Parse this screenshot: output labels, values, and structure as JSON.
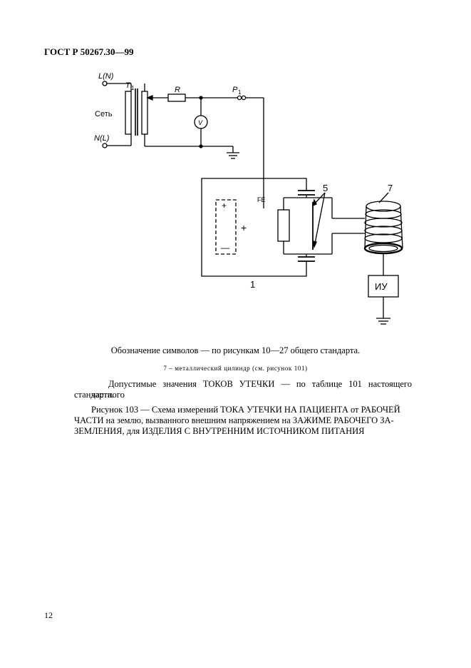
{
  "header": {
    "doc_id": "ГОСТ Р 50267.30—99"
  },
  "figure": {
    "labels": {
      "ln": "L(N)",
      "nl": "N(L)",
      "mains": "Сеть",
      "t1": "T",
      "t1_sub": "1",
      "r": "R",
      "p1": "P",
      "p1_sub": "1",
      "v": "V",
      "fe": "FE",
      "plus_inner": "+",
      "minus_inner": "—",
      "plus": "+",
      "label5": "5",
      "label7": "7",
      "label1": "1",
      "iu": "ИУ"
    }
  },
  "text": {
    "note_symbols": "Обозначение символов — по рисункам 10—27 общего стандарта.",
    "note_cylinder": "7 – металлический цилиндр (см. рисунок 101)",
    "leakage_line1": "Допустимые значения ТОКОВ УТЕЧКИ — по таблице 101 настоящего частного",
    "leakage_line2": "стандарта.",
    "caption_line1": "Рисунок 103 — Схема измерений ТОКА УТЕЧКИ НА ПАЦИЕНТА от РАБОЧЕЙ",
    "caption_line2": "ЧАСТИ на землю, вызванного внешним напряжением на ЗАЖИМЕ РАБОЧЕГО ЗА-",
    "caption_line3": "ЗЕМЛЕНИЯ, для ИЗДЕЛИЯ С ВНУТРЕННИМ ИСТОЧНИКОМ ПИТАНИЯ"
  },
  "footer": {
    "page_number": "12"
  }
}
